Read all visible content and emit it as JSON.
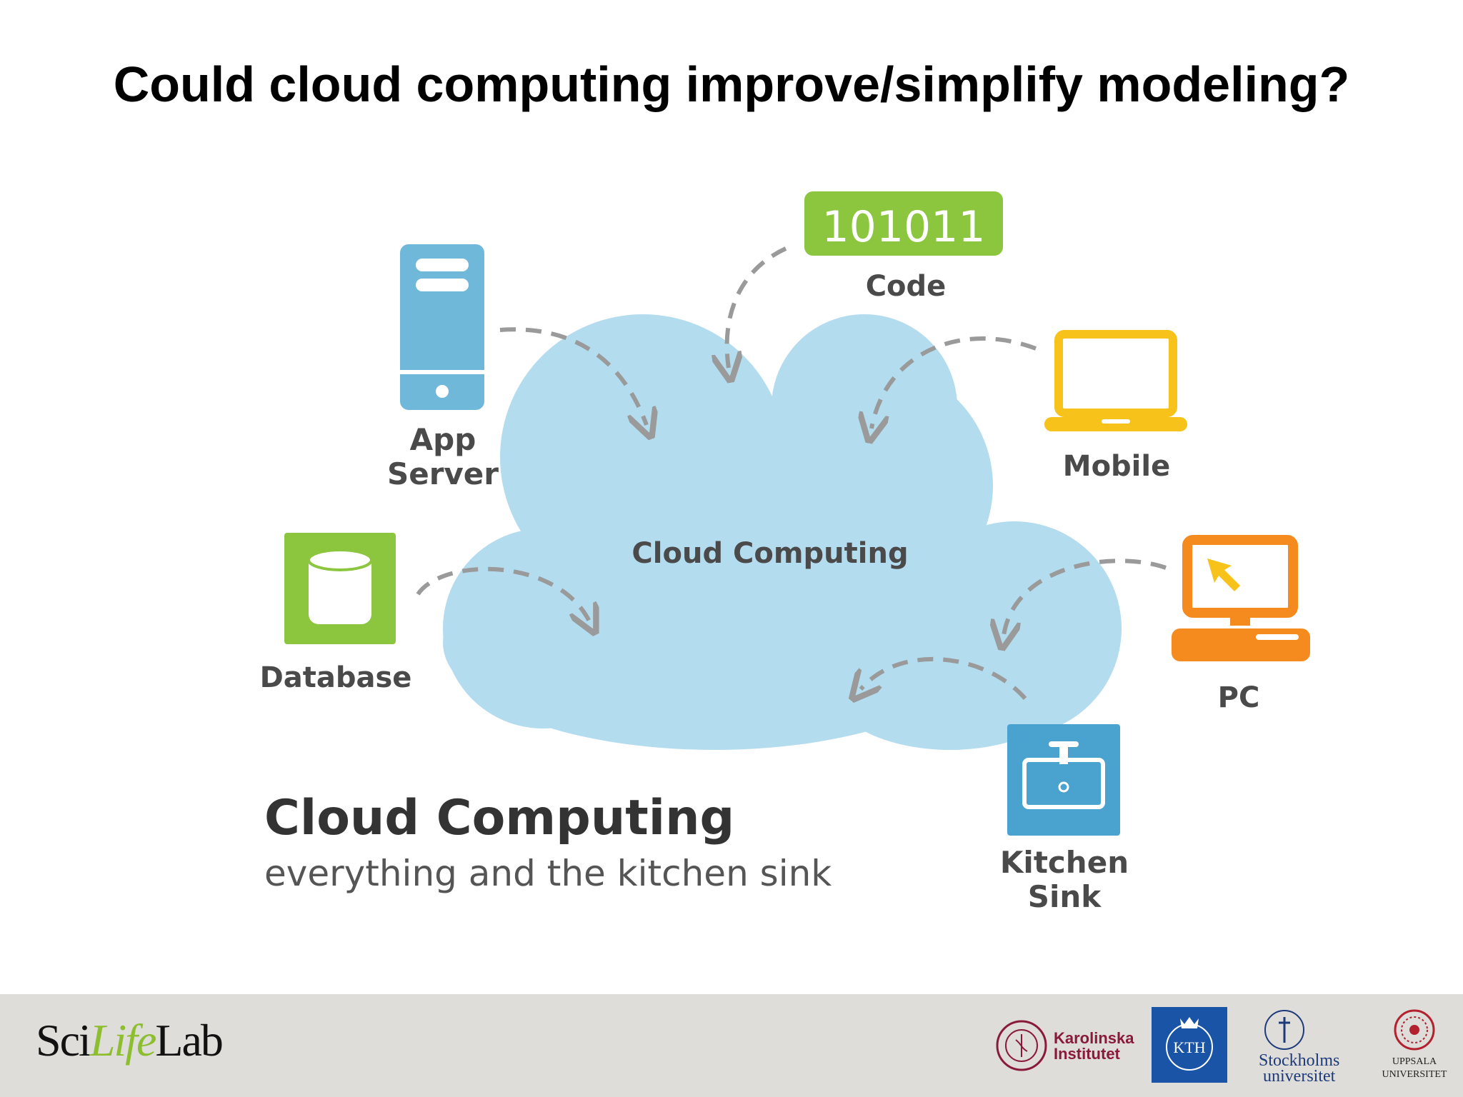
{
  "slide": {
    "title": "Could cloud computing improve/simplify modeling?"
  },
  "diagram": {
    "center_label": "Cloud Computing",
    "caption_title": "Cloud Computing",
    "caption_subtitle": "everything and the kitchen sink",
    "nodes": {
      "code_value": "101011",
      "code_label": "Code",
      "app_server_label_1": "App",
      "app_server_label_2": "Server",
      "mobile_label": "Mobile",
      "database_label": "Database",
      "pc_label": "PC",
      "kitchen_sink_label_1": "Kitchen",
      "kitchen_sink_label_2": "Sink"
    },
    "icons": {
      "app_server": "server-icon",
      "code": "code-badge-icon",
      "mobile": "laptop-icon",
      "database": "database-icon",
      "pc": "desktop-pc-icon",
      "kitchen_sink": "sink-icon"
    },
    "colors": {
      "cloud": "#b3dcef",
      "server": "#6fb8d9",
      "code": "#8cc63f",
      "mobile": "#f7c21a",
      "database": "#8cc63f",
      "pc": "#f58a1f",
      "sink": "#4aa3cf",
      "arrow": "#9a9a9a"
    }
  },
  "footer": {
    "logo_sci": "Sci",
    "logo_life": "Life",
    "logo_lab": "Lab",
    "ki_line1": "Karolinska",
    "ki_line2": "Institutet",
    "kth": "KTH",
    "su_line1": "Stockholms",
    "su_line2": "universitet",
    "uu_line1": "UPPSALA",
    "uu_line2": "UNIVERSITET"
  }
}
